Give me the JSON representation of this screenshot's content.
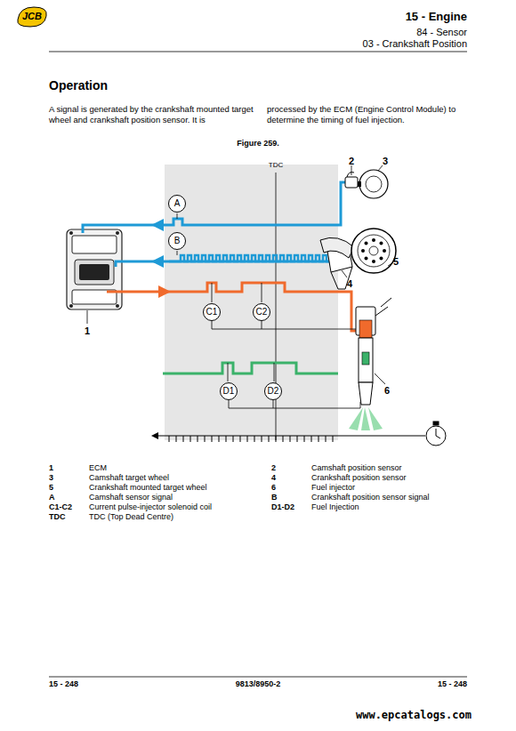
{
  "diagram": {
    "title": "Operation",
    "caption": "Figure 259.",
    "nodes": [
      {
        "text": [
          "A"
        ]
      },
      {
        "text": [
          "B"
        ]
      },
      {
        "text": [
          "C1"
        ]
      },
      {
        "text": [
          "C2"
        ]
      },
      {
        "text": [
          "D1"
        ]
      },
      {
        "text": [
          "D2"
        ]
      }
    ],
    "edges": [
      {
        "from": 2,
        "to": 3,
        "arrow": "none"
      },
      {
        "from": 4,
        "to": 5,
        "arrow": "none"
      }
    ],
    "labels": [
      "15 - Engine",
      "84 - Sensor",
      "03 - Crankshaft Position",
      "JCB",
      "A signal is generated by the crankshaft mounted target wheel and crankshaft position sensor. It is",
      "processed by the ECM (Engine Control Module) to determine the timing of fuel injection.",
      "TDC",
      "2",
      "3",
      "4",
      "5",
      "1",
      "6",
      "1",
      "ECM",
      "3",
      "Camshaft target wheel",
      "5",
      "Crankshaft mounted target wheel",
      "A",
      "Camshaft sensor signal",
      "C1-C2",
      "Current pulse-injector solenoid coil",
      "TDC",
      "TDC (Top Dead Centre)",
      "2",
      "Camshaft position sensor",
      "4",
      "Crankshaft position sensor",
      "6",
      "Fuel injector",
      "B",
      "Crankshaft position sensor signal",
      "D1-D2",
      "Fuel Injection",
      "15 - 248",
      "9813/8950-2",
      "15 - 248",
      "www.epcatalogs.com"
    ]
  }
}
